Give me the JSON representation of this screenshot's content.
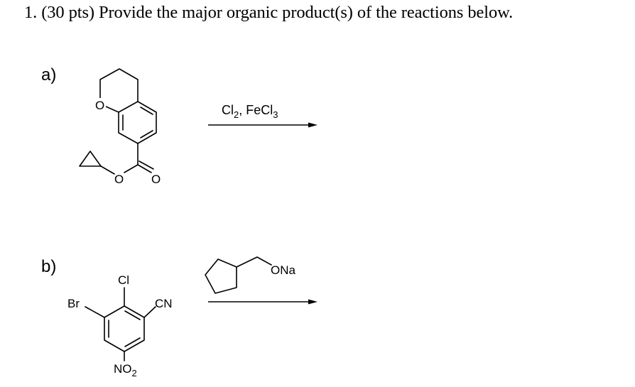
{
  "question": {
    "number": "1.",
    "text": "1. (30 pts) Provide the major organic product(s) of the reactions below."
  },
  "reactions": [
    {
      "label": "a)",
      "reactant": {
        "name": "cyclopropyl chroman-7-carboxylate",
        "atoms": {
          "ring_oxygen": "O",
          "ester_oxygen": "O",
          "carbonyl_oxygen": "O"
        }
      },
      "reagent": {
        "main": "Cl",
        "sub1": "2",
        "sep": ", FeCl",
        "sub2": "3"
      },
      "product": ""
    },
    {
      "label": "b)",
      "reactant": {
        "name": "3-bromo-2-chloro-5-nitrobenzonitrile",
        "substituents": {
          "top": "Cl",
          "left": "Br",
          "right": "CN",
          "bottom_main": "NO",
          "bottom_sub": "2"
        }
      },
      "reagent": {
        "label": "ONa",
        "name": "sodium cyclopentylmethoxide"
      },
      "product": ""
    }
  ]
}
